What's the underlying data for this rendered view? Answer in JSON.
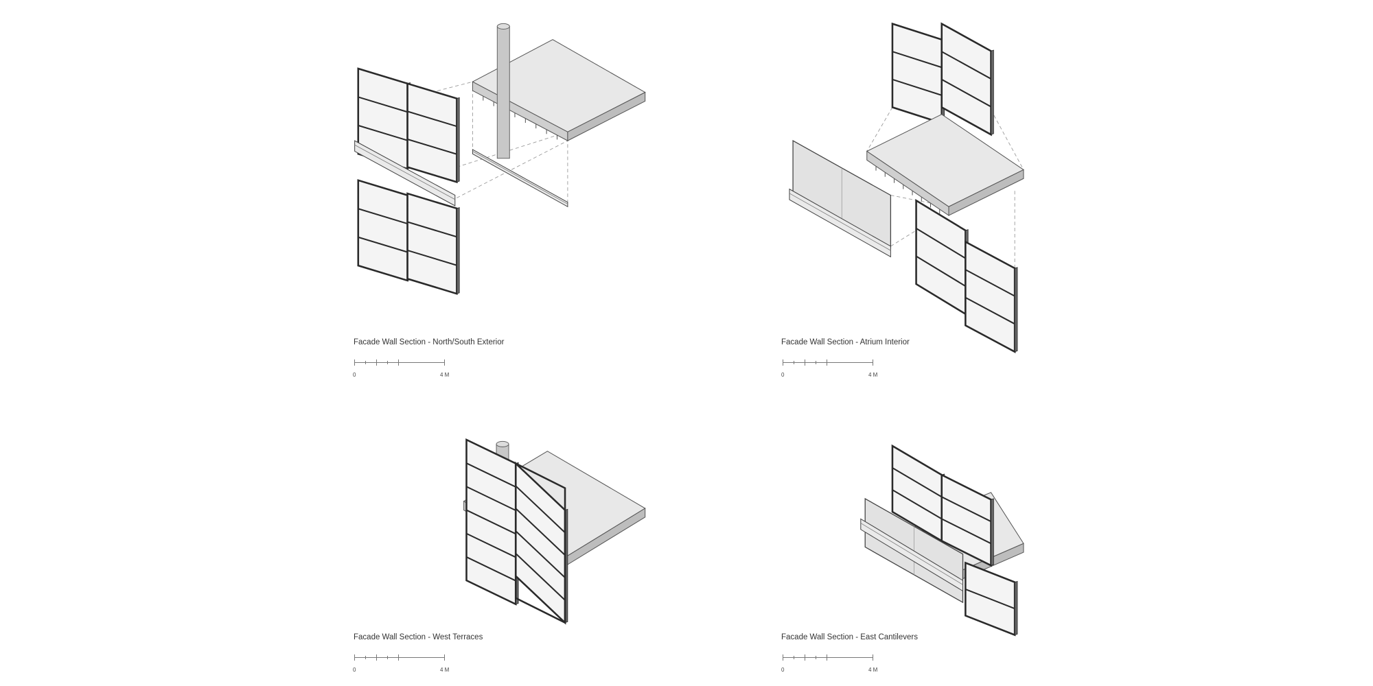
{
  "sections": [
    {
      "title": "Facade Wall Section - North/South Exterior",
      "scale_start": "0",
      "scale_end": "4 M"
    },
    {
      "title": "Facade Wall Section - Atrium Interior",
      "scale_start": "0",
      "scale_end": "4 M"
    },
    {
      "title": "Facade Wall Section - West Terraces",
      "scale_start": "0",
      "scale_end": "4 M"
    },
    {
      "title": "Facade Wall Section - East Cantilevers",
      "scale_start": "0",
      "scale_end": "4 M"
    }
  ]
}
